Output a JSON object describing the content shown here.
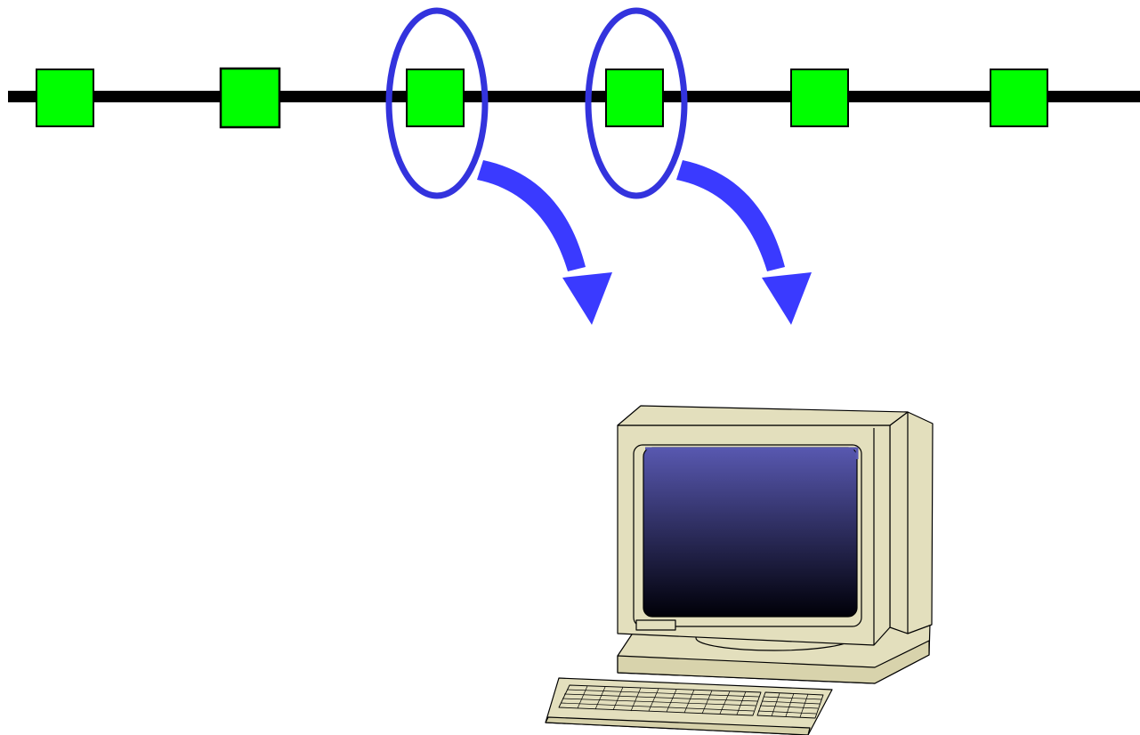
{
  "diagram": {
    "bus": {
      "color": "#000000"
    },
    "nodes": [
      {
        "id": "node-1",
        "color": "#00ff00",
        "highlighted": false
      },
      {
        "id": "node-2",
        "color": "#00ff00",
        "highlighted": false
      },
      {
        "id": "node-3",
        "color": "#00ff00",
        "highlighted": true
      },
      {
        "id": "node-4",
        "color": "#00ff00",
        "highlighted": true
      },
      {
        "id": "node-5",
        "color": "#00ff00",
        "highlighted": false
      },
      {
        "id": "node-6",
        "color": "#00ff00",
        "highlighted": false
      }
    ],
    "highlight_color": "#3333dd",
    "arrow_color": "#3a3aff",
    "computer": {
      "icon": "desktop-computer-icon",
      "case_color": "#e3dfbd",
      "screen_top_color": "#5858b0",
      "screen_bottom_color": "#000008"
    }
  }
}
